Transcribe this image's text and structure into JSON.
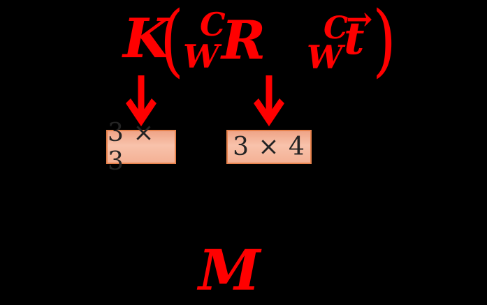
{
  "colors": {
    "background": "#000000",
    "formula_red": "#FF0000",
    "box_border": "#E8834E",
    "box_fill_top": "#EFA487",
    "box_fill_mid": "#F8C2AB",
    "box_fill_bottom": "#F4B195",
    "box_text": "#242424"
  },
  "formula": {
    "k": "K",
    "open_paren": "(",
    "rotation": {
      "presuperscript": "C",
      "presubscript": "W",
      "symbol": "R"
    },
    "translation": {
      "presuperscript": "C",
      "presubscript": "W",
      "vector_arrow": "→",
      "symbol": "t"
    },
    "close_paren": ")"
  },
  "annotations": {
    "arrow_icon": "red-down-arrow",
    "boxes": [
      {
        "label": "3 × 3"
      },
      {
        "label": "3 × 4"
      }
    ]
  },
  "result": {
    "label": "M"
  }
}
